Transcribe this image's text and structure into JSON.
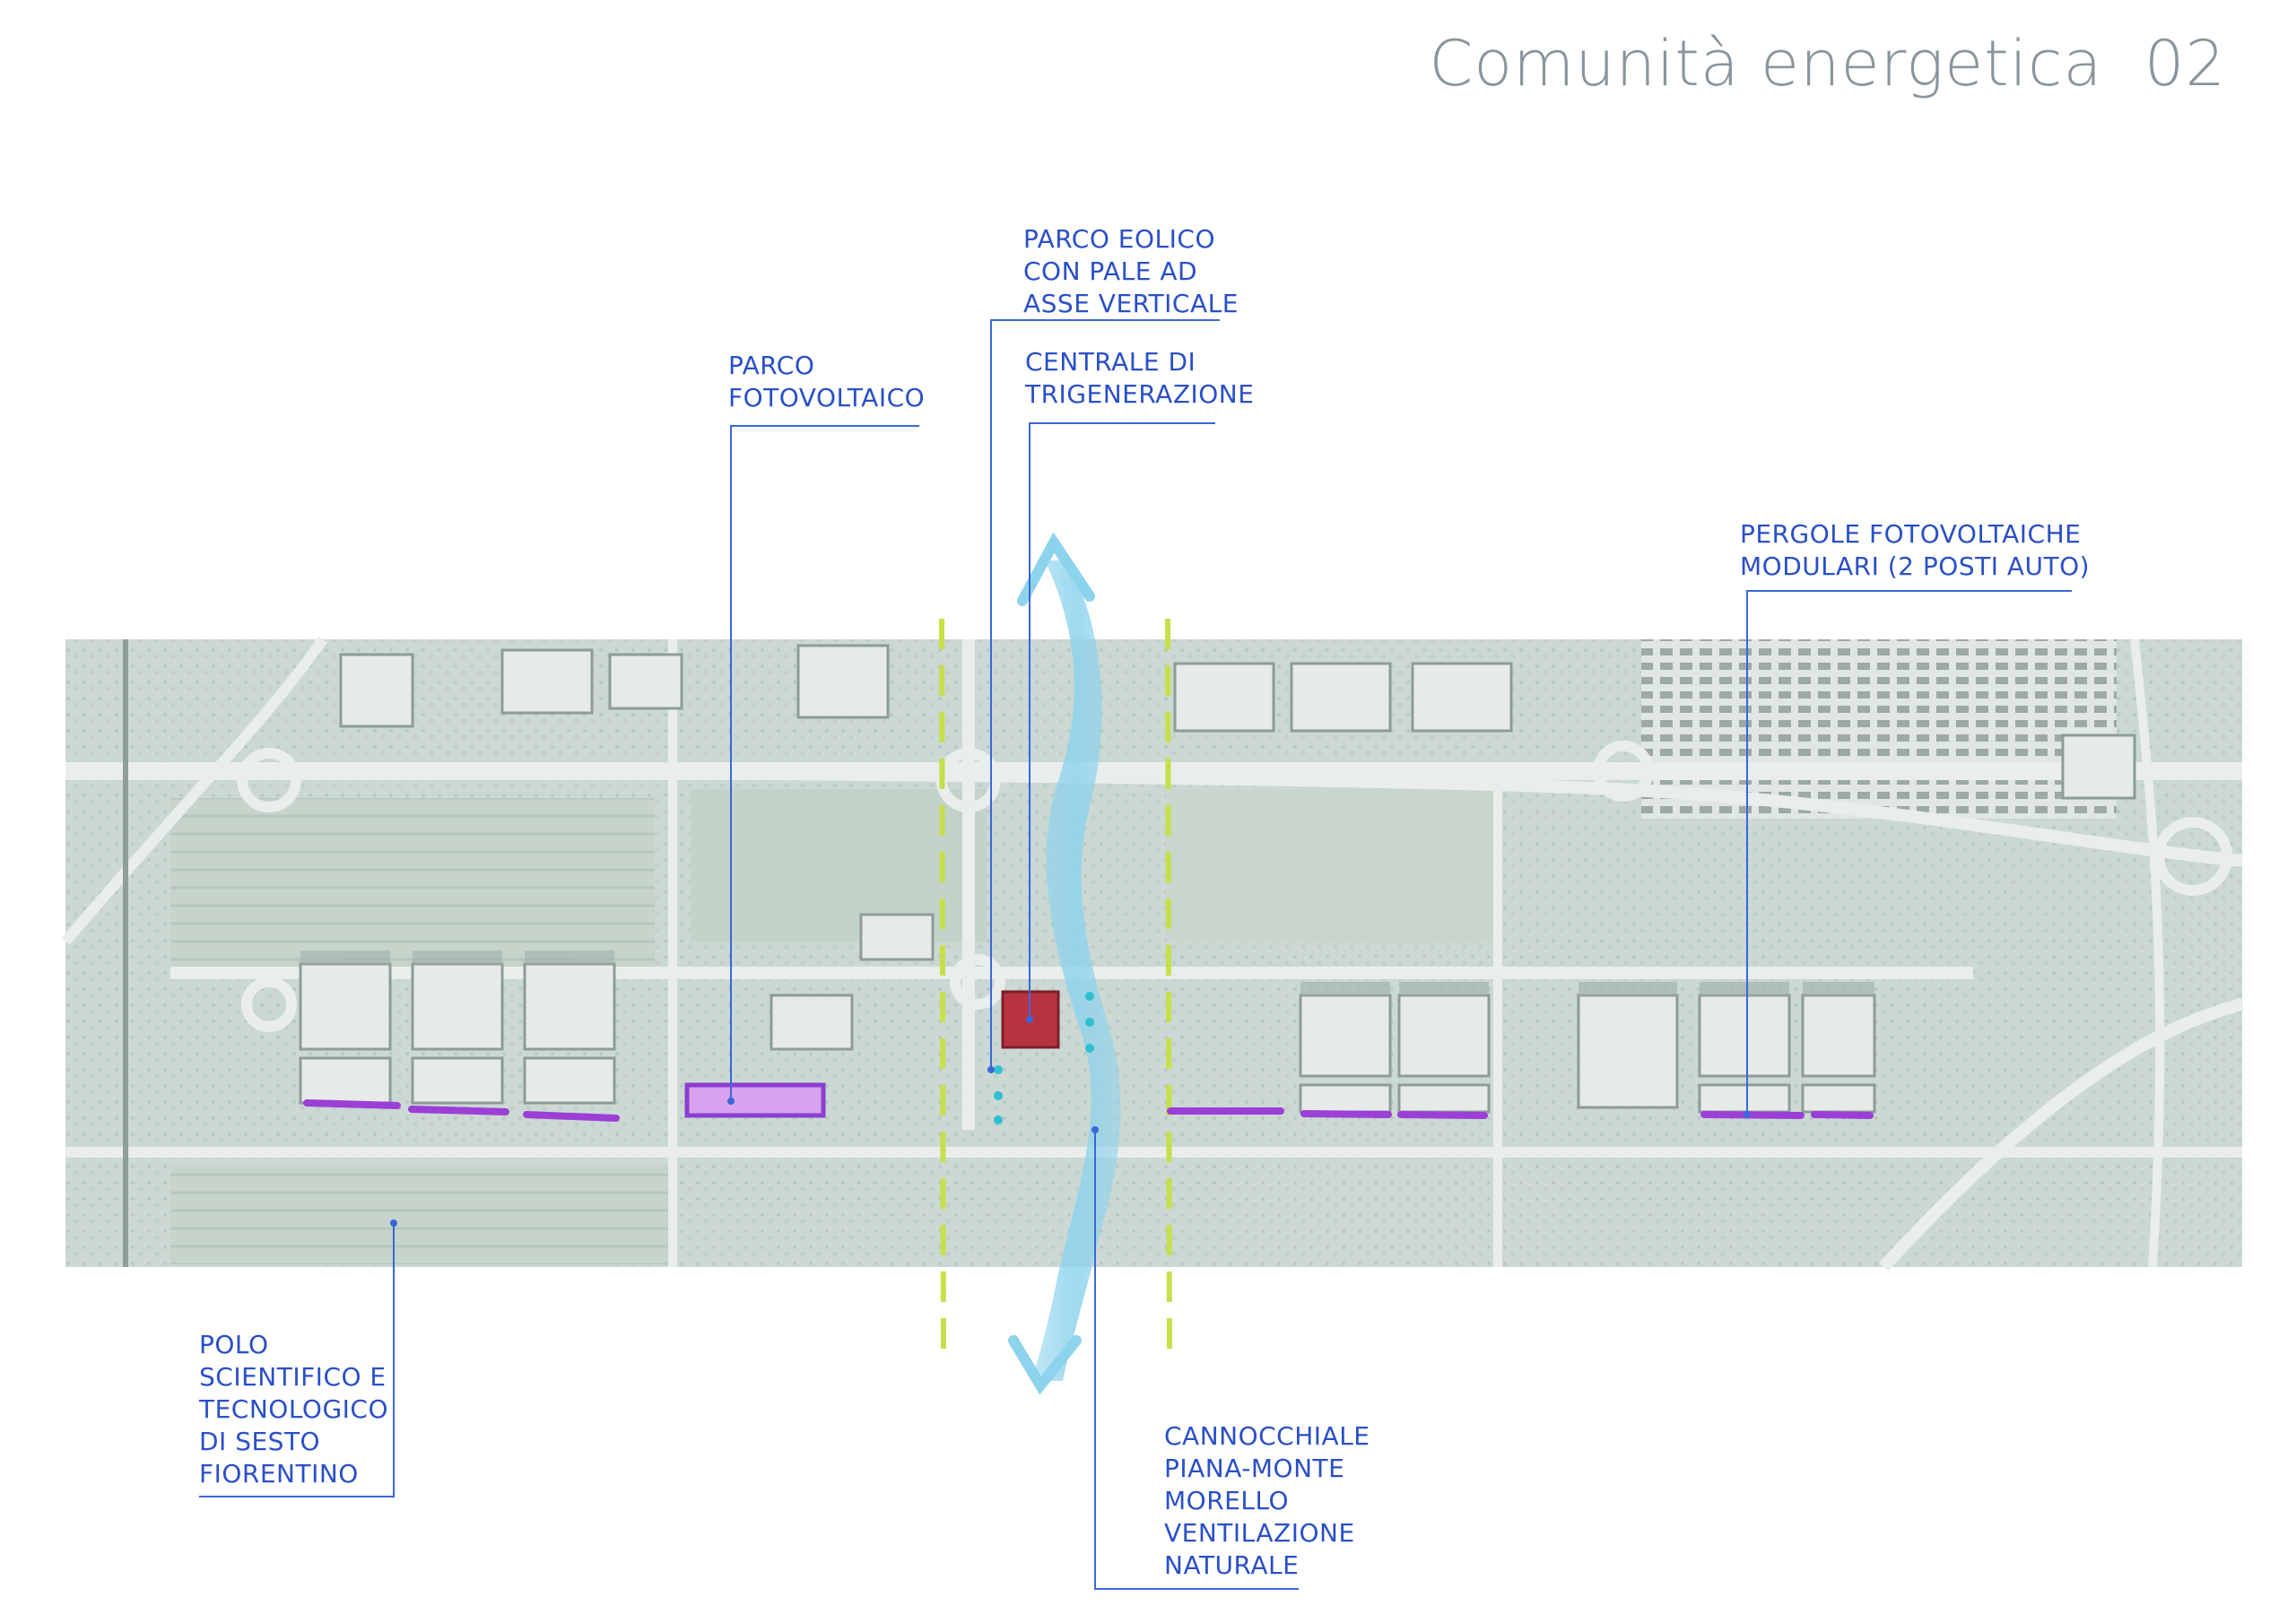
{
  "title": "Comunità energetica  02",
  "colors": {
    "label_text": "#2a4fc7",
    "leader_line": "#3a67d8",
    "pv_pergola": "#9b3fd6",
    "pv_park_fill": "#d9a2ee",
    "pv_park_stroke": "#8a3ed0",
    "trigeneration": "#b8333f",
    "wind_dots": "#2ec0d0",
    "ventilation_corridor": "#8ed3ec",
    "district_boundary": "#c5e04a",
    "map_base": "#cfdbd6"
  },
  "labels": {
    "parco_fotovoltaico": [
      "PARCO",
      "FOTOVOLTAICO"
    ],
    "parco_eolico": [
      "PARCO EOLICO",
      "CON PALE AD",
      "ASSE VERTICALE"
    ],
    "centrale_trigenerazione": [
      "CENTRALE DI",
      "TRIGENERAZIONE"
    ],
    "pergole_fotovoltaiche": [
      "PERGOLE FOTOVOLTAICHE",
      "MODULARI (2 POSTI AUTO)"
    ],
    "polo_scientifico": [
      "POLO",
      "SCIENTIFICO E",
      "TECNOLOGICO",
      "DI SESTO",
      "FIORENTINO"
    ],
    "cannocchiale": [
      "CANNOCCHIALE",
      "PIANA-MONTE",
      "MORELLO",
      "VENTILAZIONE",
      "NATURALE"
    ]
  }
}
